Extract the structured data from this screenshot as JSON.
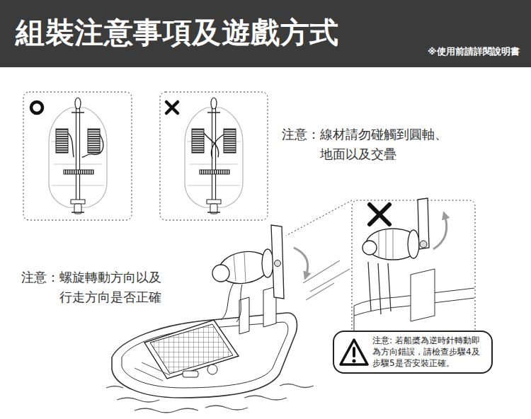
{
  "diagram": {
    "title": "組裝注意事項及遊戲方式",
    "nodes": [
      {
        "text": [
          "注意: 若船槳為逆時針轉動即為方向錯誤，請檢查步驟4及步驟5是否安裝正確。"
        ]
      }
    ],
    "labels": [
      "※使用前請詳閱說明書",
      "注意：線材請勿碰觸到圓軸、地面以及交疊",
      "注意：螺旋轉動方向以及行走方向是否正確"
    ]
  }
}
